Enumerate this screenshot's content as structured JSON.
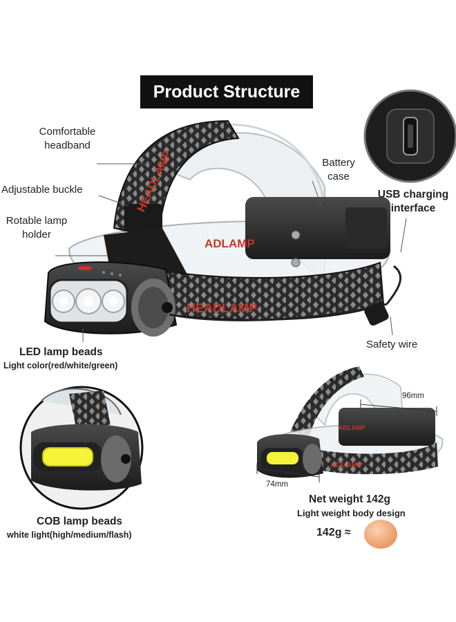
{
  "title": "Product Structure",
  "labels": {
    "headband": [
      "Comfortable",
      "headband"
    ],
    "buckle": "Adjustable buckle",
    "holder": [
      "Rotable lamp",
      "holder"
    ],
    "battery": [
      "Battery",
      "case"
    ],
    "usb": [
      "USB charging",
      "interface"
    ],
    "safety_wire": "Safety wire",
    "led_title": "LED lamp beads",
    "led_sub": "Light color(red/white/green)",
    "cob_title": "COB lamp beads",
    "cob_sub": "white light(high/medium/flash)",
    "dim_width": "96mm",
    "dim_length": "74mm",
    "weight_title": "Net weight 142g",
    "weight_sub": "Light weight body design",
    "weight_compare": "142g ≈"
  },
  "band_text": [
    "HEADLAMP",
    "ADLAMP",
    "HEADLAMP"
  ],
  "colors": {
    "band": "#2b2b2b",
    "band_pattern": "#8a8a8a",
    "band_text": "#c0392b",
    "egg": "#f2a877",
    "led": "#f4f4f4",
    "cob": "#f5f23a"
  }
}
